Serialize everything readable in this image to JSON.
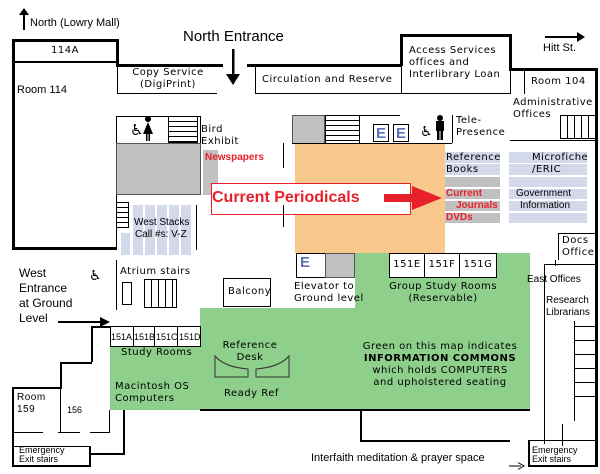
{
  "compass": {
    "north_label": "North (Lowry Mall)",
    "east_label": "Hitt St."
  },
  "entrances": {
    "north": "North Entrance",
    "west_lines": [
      "West",
      "Entrance",
      "at Ground",
      "Level"
    ]
  },
  "rooms": {
    "r114a": "114A",
    "r114": "Room 114",
    "copy_service": [
      "Copy Service",
      "(DigiPrint)"
    ],
    "circulation": "Circulation and Reserve",
    "access_services": [
      "Access Services",
      "offices and",
      "Interlibrary Loan"
    ],
    "r104": "Room 104",
    "admin_offices": [
      "Administrative",
      "Offices"
    ],
    "bird_exhibit": [
      "Bird",
      "Exhibit"
    ],
    "telepresence": [
      "Tele-",
      "Presence"
    ],
    "west_stacks": [
      "West Stacks",
      "Call #s: V-Z"
    ],
    "atrium_stairs": "Atrium stairs",
    "balcony": "Balcony",
    "elevator": [
      "Elevator to",
      "Ground level"
    ],
    "group_study": [
      "151E",
      "151F",
      "151G"
    ],
    "group_study_label": [
      "Group Study Rooms",
      "(Reservable)"
    ],
    "study_rooms": [
      "151A",
      "151B",
      "151C",
      "151D"
    ],
    "study_rooms_label": "Study Rooms",
    "reference_desk": [
      "Reference",
      "Desk"
    ],
    "ready_ref": "Ready Ref",
    "mac_computers": [
      "Macintosh OS",
      "Computers"
    ],
    "r159": [
      "Room",
      "159"
    ],
    "r156": "156",
    "emergency_exit": [
      "Emergency",
      "Exit stairs"
    ],
    "docs_office": [
      "Docs",
      "Office"
    ],
    "east_offices": "East Offices",
    "research_librarians": [
      "Research",
      "Librarians"
    ],
    "interfaith": "Interfaith meditation & prayer space"
  },
  "collections": {
    "newspapers": "Newspapers",
    "current_periodicals": "Current Periodicals",
    "reference_books": [
      "Reference",
      "Books"
    ],
    "current_journals": [
      "Current",
      "Journals"
    ],
    "dvds": "DVDs",
    "microfiche": [
      "Microfiche",
      "/ERIC"
    ],
    "government_info": [
      "Government",
      "Information"
    ]
  },
  "legend": {
    "lines": [
      "Green on this map indicates",
      "INFORMATION COMMONS",
      "which holds COMPUTERS",
      "and upholstered seating"
    ]
  },
  "icons": {
    "elevator": "E"
  },
  "colors": {
    "information_commons": "#8ecf8b",
    "current_periodicals_area": "#f9c88c",
    "highlight_red": "#e8202a",
    "shelving": "#d3d9ea",
    "gray_area": "#c0c0c0"
  }
}
